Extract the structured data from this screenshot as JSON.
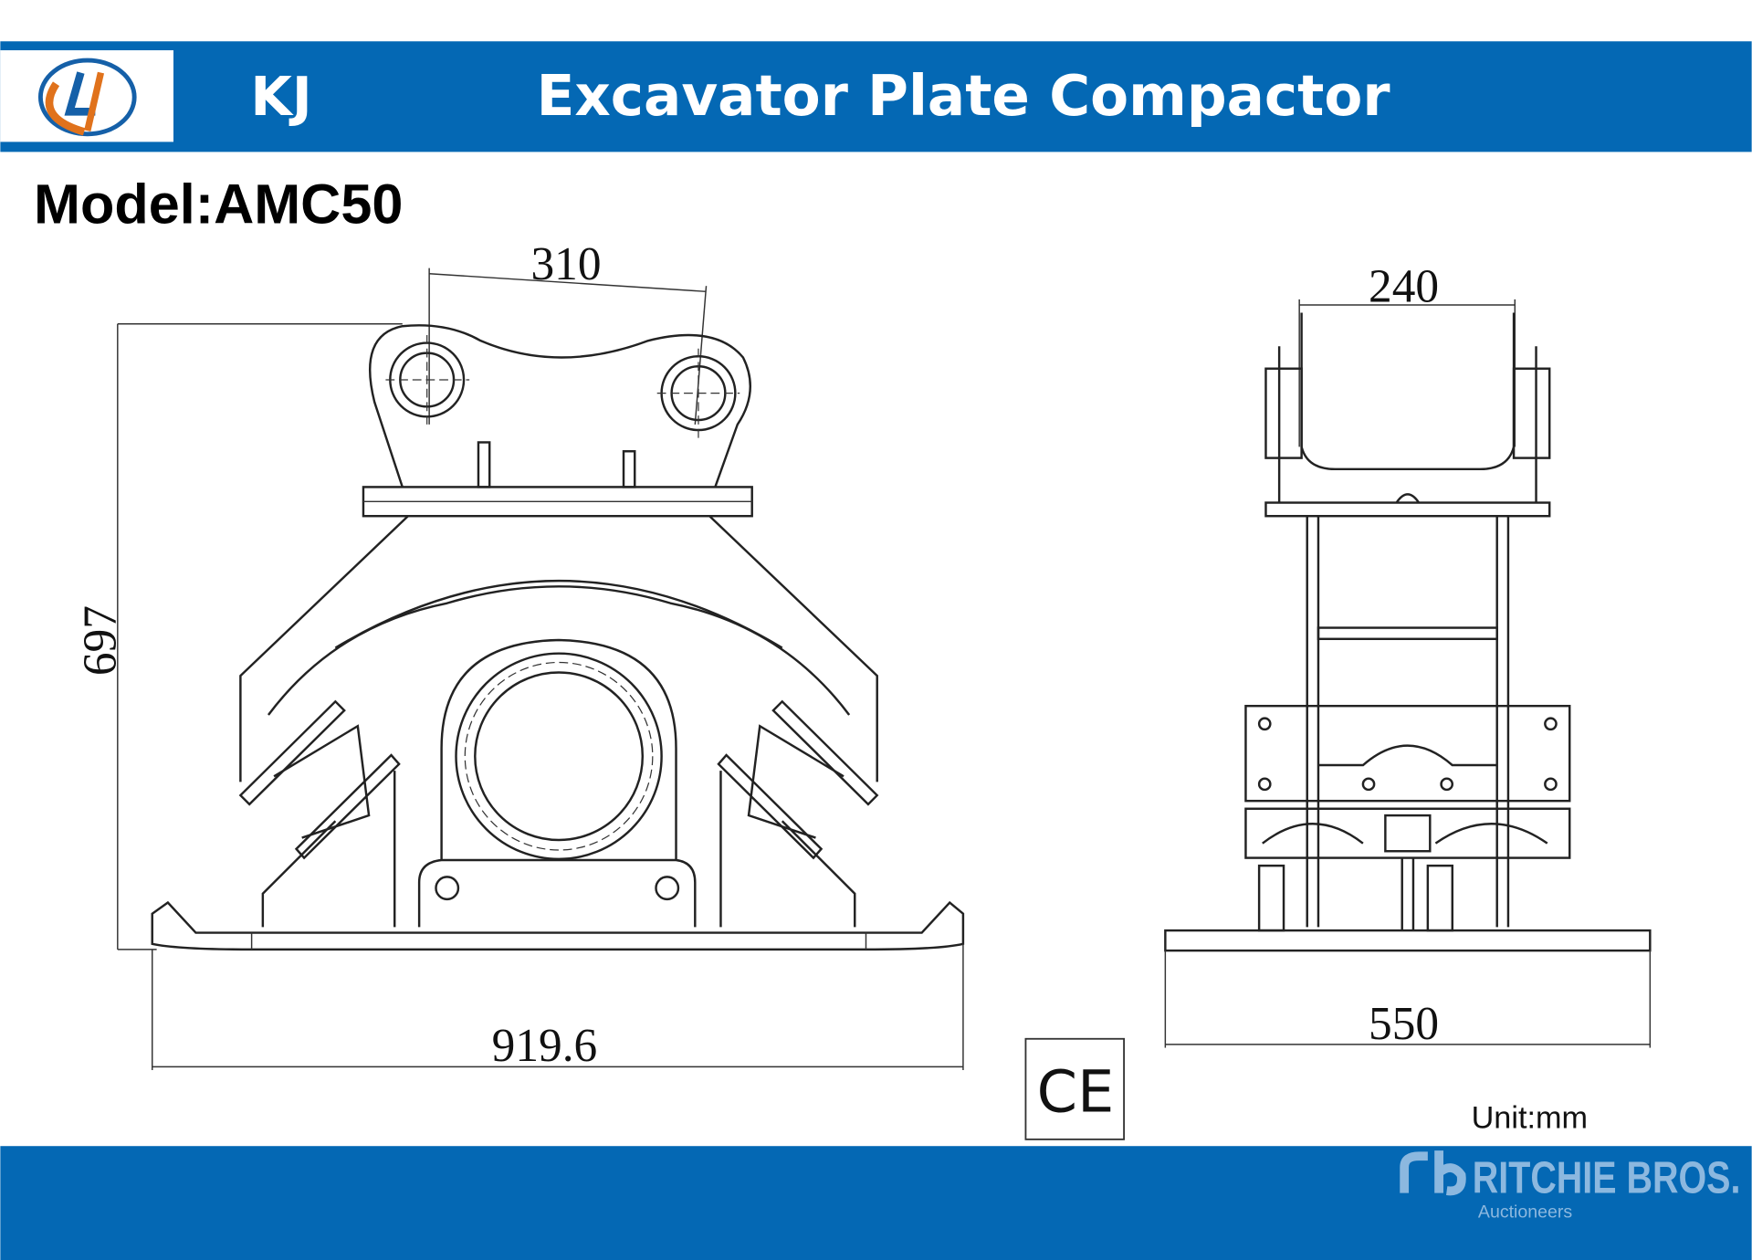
{
  "header": {
    "brand": "KJ",
    "title": "Excavator Plate Compactor",
    "logo_text": "KJ"
  },
  "model_label": "Model:AMC50",
  "dimensions": {
    "pin_spacing": "310",
    "height": "697",
    "length": "919.6",
    "top_width": "240",
    "base_width": "550"
  },
  "certification": "CE",
  "unit_label": "Unit:mm",
  "footer": {
    "logo_name": "RITCHIE BROS.",
    "logo_sub": "Auctioneers"
  },
  "colors": {
    "band": "#0468b4",
    "logo_orange": "#e0721c",
    "footer_logo": "#8cb8df"
  }
}
